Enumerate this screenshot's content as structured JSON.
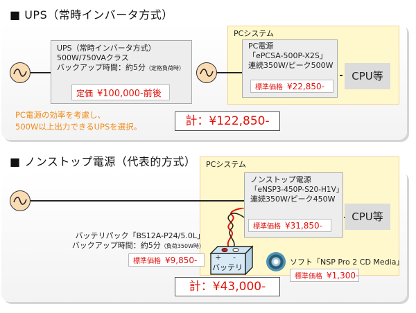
{
  "section_ups": {
    "heading": "■ UPS（常時インバータ方式）",
    "ups_box": {
      "line1": "UPS（常時インバータ方式）",
      "line2": "500W/750VAクラス",
      "line3": "バックアップ時間：約5分",
      "line3_note": "（定格負荷時）",
      "price_label": "定価",
      "price_value": "¥100,000-前後"
    },
    "pc_system_label": "PCシステム",
    "psu_box": {
      "line1": "PC電源",
      "line2": "「ePCSA-500P-X2S」",
      "line3": "連続350W/ピーク500W",
      "price_label": "標準価格",
      "price_value": "¥22,850-"
    },
    "cpu_label": "CPU等",
    "note_line1": "PC電源の効率を考慮し、",
    "note_line2": "500W以上出力できるUPSを選択。",
    "total": "計：¥122,850-"
  },
  "section_nonstop": {
    "heading": "■ ノンストップ電源（代表的方式）",
    "pc_system_label": "PCシステム",
    "psu_box": {
      "line1": "ノンストップ電源",
      "line2": "「eNSP3-450P-S20-H1V」",
      "line3": "連続350W/ピーク450W",
      "price_label": "標準価格",
      "price_value": "¥31,850-"
    },
    "cpu_label": "CPU等",
    "battery": {
      "line1": "バッテリパック「BS12A-P24/5.0L」",
      "line2": "バックアップ時間：約5分",
      "line2_note": "（負荷350W時）",
      "price_label": "標準価格",
      "price_value": "¥9,850-",
      "icon_plus": "+",
      "icon_minus": "-",
      "icon_label": "バッテリ"
    },
    "software": {
      "label": "ソフト「NSP Pro 2 CD Media」",
      "price_label": "標準価格",
      "price_value": "¥1,300-"
    },
    "total": "計：¥43,000-"
  },
  "colors": {
    "price_red": "#e0140e",
    "note_orange": "#f08c1a",
    "pc_system_bg": "#fff8cc",
    "ac_source_fill": "#fadcb4"
  }
}
